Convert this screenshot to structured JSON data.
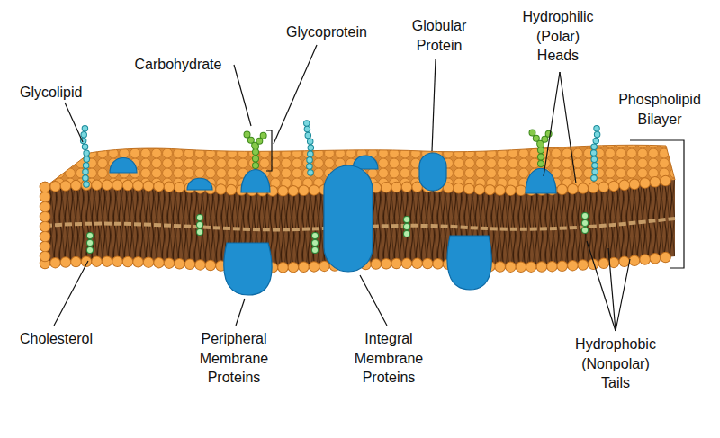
{
  "diagram": {
    "labels": [
      "Glycolipid",
      "Carbohydrate",
      "Glycoprotein",
      "Globular Protein",
      "Hydrophilic (Polar) Heads",
      "Phospholipid Bilayer",
      "Cholesterol",
      "Peripheral Membrane Proteins",
      "Integral Membrane Proteins",
      "Hydrophobic (Nonpolar) Tails"
    ]
  }
}
